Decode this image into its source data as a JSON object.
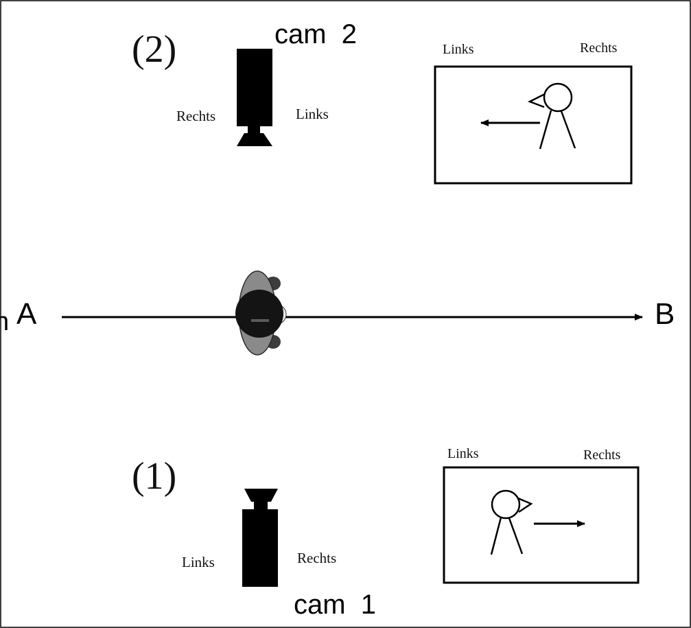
{
  "diagram": {
    "axis": {
      "start_label": "A",
      "end_label": "B",
      "clipped_left_text": "n"
    },
    "scene_top": {
      "number": "(2)",
      "camera_label": "cam  2",
      "camera_left_side": "Rechts",
      "camera_right_side": "Links",
      "frame_left_label": "Links",
      "frame_right_label": "Rechts",
      "walk_direction": "left"
    },
    "scene_bottom": {
      "number": "(1)",
      "camera_label": "cam  1",
      "camera_left_side": "Links",
      "camera_right_side": "Rechts",
      "frame_left_label": "Links",
      "frame_right_label": "Rechts",
      "walk_direction": "right"
    }
  }
}
